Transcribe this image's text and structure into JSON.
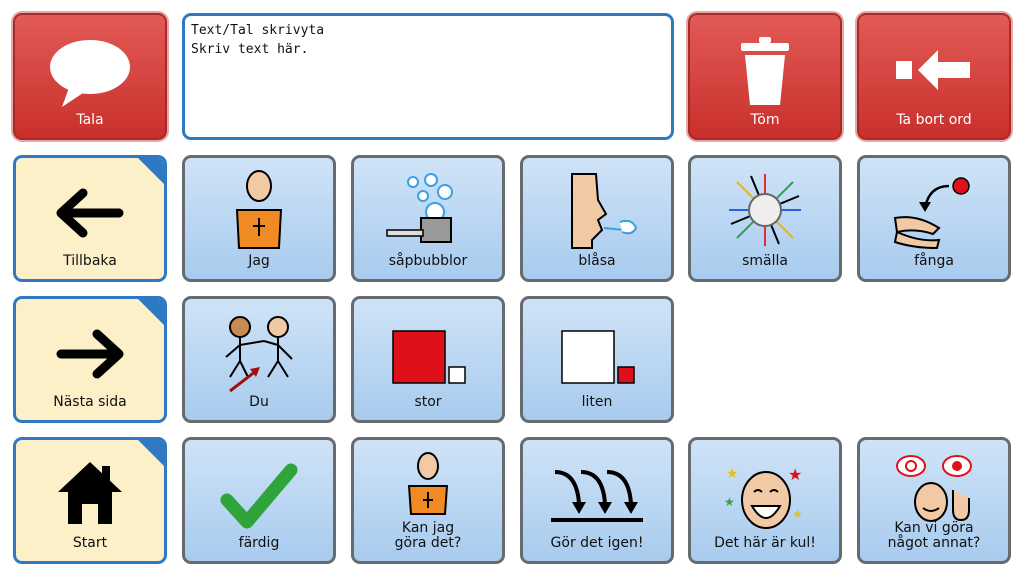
{
  "top_bar": {
    "speak_label": "Tala",
    "text_area": {
      "title": "Text/Tal skrivyta",
      "placeholder": "Skriv text här."
    },
    "clear_label": "Töm",
    "delete_word_label": "Ta bort ord"
  },
  "nav": {
    "back_label": "Tillbaka",
    "next_label": "Nästa sida",
    "home_label": "Start"
  },
  "tiles": {
    "jag": "Jag",
    "sapbubblor": "såpbubblor",
    "blasa": "blåsa",
    "smalla": "smälla",
    "fanga": "fånga",
    "du": "Du",
    "stor": "stor",
    "liten": "liten",
    "fardig": "färdig",
    "kan_jag_gora_det": "Kan jag göra det?",
    "gor_det_igen": "Gör det igen!",
    "det_har_ar_kul": "Det här är kul!",
    "kan_vi_gora_nagot_annat": "Kan vi göra något annat?"
  },
  "colors": {
    "action_red": "#d9443f",
    "nav_yellow": "#fcf0c9",
    "nav_border_blue": "#2f79c2",
    "tile_blue": "#bcd8f3",
    "tile_border": "#666b70"
  },
  "icons": {
    "speak": "speech-bubble-icon",
    "clear": "trash-can-icon",
    "delete_word": "backspace-arrow-icon",
    "back": "arrow-left-icon",
    "next": "arrow-right-icon",
    "home": "house-icon",
    "done": "checkmark-icon"
  }
}
